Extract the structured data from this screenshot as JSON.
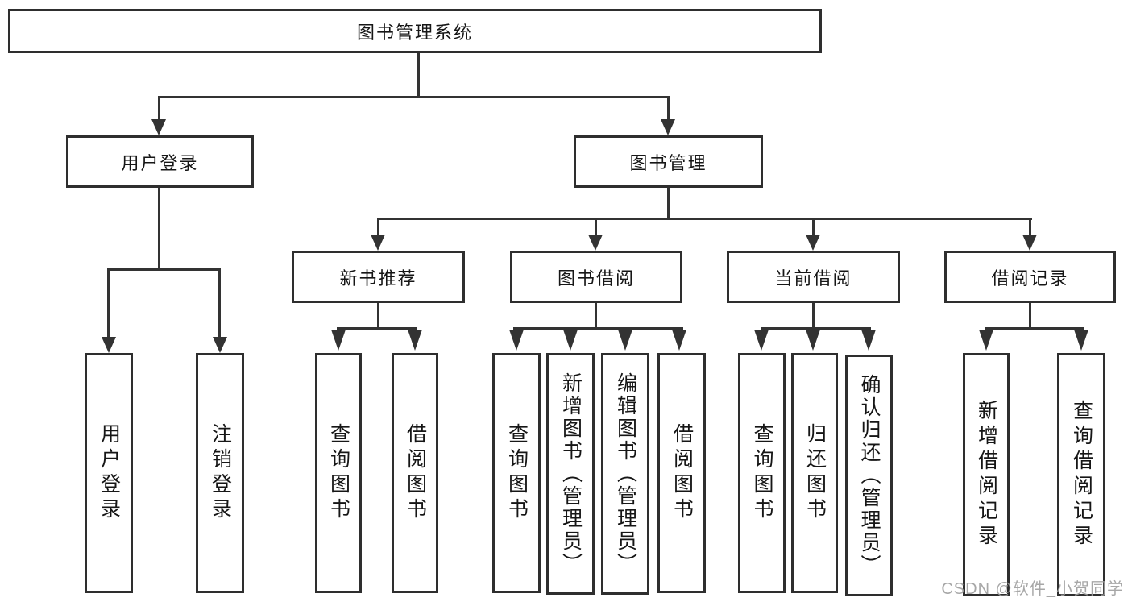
{
  "diagram_title": "图书管理系统",
  "colors": {
    "background": "#ffffff",
    "box_border": "#2e2e2e",
    "connector_line": "#333333",
    "text": "#161616",
    "watermark": "#9e9e9e"
  },
  "nodes": {
    "root": {
      "label": "图书管理系统"
    },
    "login": {
      "label": "用户登录"
    },
    "mgmt": {
      "label": "图书管理"
    },
    "rec": {
      "label": "新书推荐"
    },
    "borrow": {
      "label": "图书借阅"
    },
    "current": {
      "label": "当前借阅"
    },
    "records": {
      "label": "借阅记录"
    },
    "leaf_login": {
      "label": "用户登录"
    },
    "leaf_logout": {
      "label": "注销登录"
    },
    "rec_query": {
      "label": "查询图书"
    },
    "rec_borrow": {
      "label": "借阅图书"
    },
    "bor_query": {
      "label": "查询图书"
    },
    "bor_add": {
      "label": "新增图书（管理员）"
    },
    "bor_edit": {
      "label": "编辑图书（管理员）"
    },
    "bor_borrow": {
      "label": "借阅图书"
    },
    "cur_query": {
      "label": "查询图书"
    },
    "cur_return": {
      "label": "归还图书"
    },
    "cur_confirm": {
      "label": "确认归还（管理员）"
    },
    "recd_add": {
      "label": "新增借阅记录"
    },
    "recd_query": {
      "label": "查询借阅记录"
    }
  },
  "hierarchy": {
    "root": "图书管理系统",
    "children": [
      {
        "label": "用户登录",
        "children": [
          "用户登录",
          "注销登录"
        ]
      },
      {
        "label": "图书管理",
        "children": [
          {
            "label": "新书推荐",
            "children": [
              "查询图书",
              "借阅图书"
            ]
          },
          {
            "label": "图书借阅",
            "children": [
              "查询图书",
              "新增图书（管理员）",
              "编辑图书（管理员）",
              "借阅图书"
            ]
          },
          {
            "label": "当前借阅",
            "children": [
              "查询图书",
              "归还图书",
              "确认归还（管理员）"
            ]
          },
          {
            "label": "借阅记录",
            "children": [
              "新增借阅记录",
              "查询借阅记录"
            ]
          }
        ]
      }
    ]
  },
  "watermark": "CSDN @软件_小贺同学"
}
